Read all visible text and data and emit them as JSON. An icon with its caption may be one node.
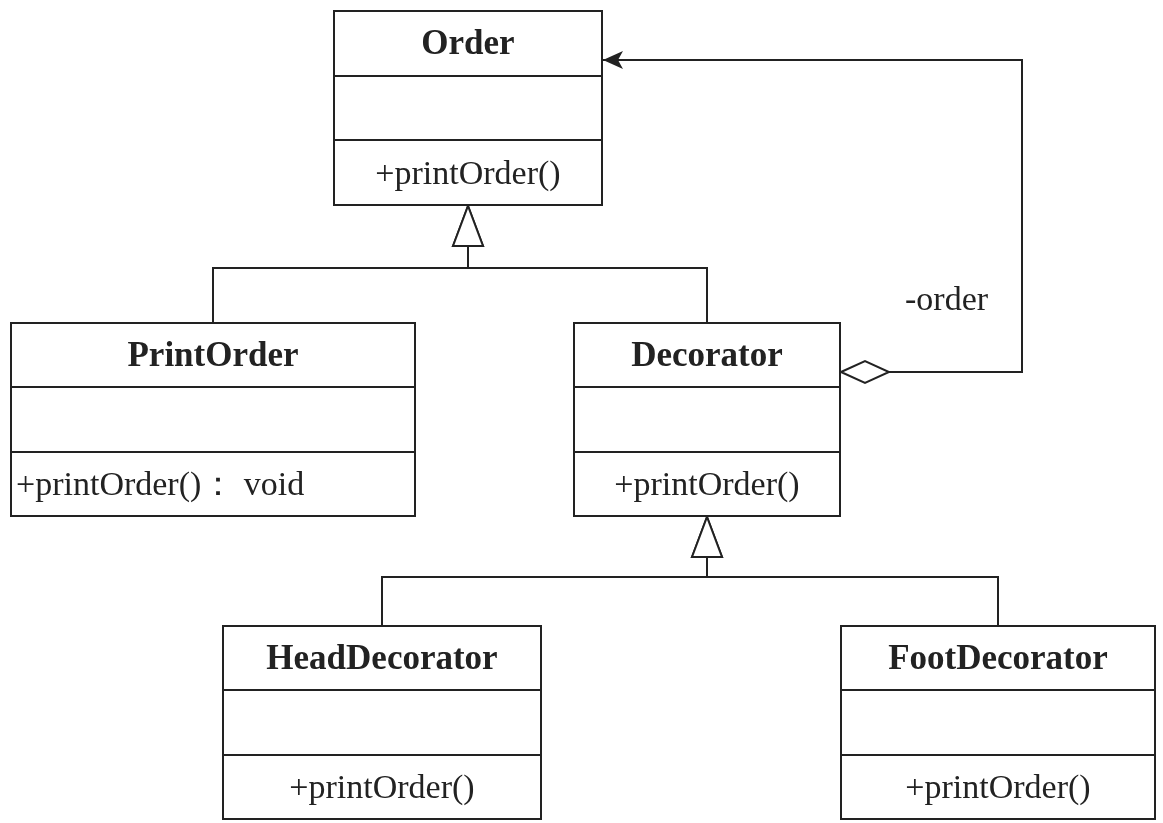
{
  "diagram": {
    "nodes": [
      {
        "text": [
          "Order",
          "+printOrder()"
        ]
      },
      {
        "text": [
          "PrintOrder",
          "+printOrder()： void"
        ]
      },
      {
        "text": [
          "Decorator",
          "+printOrder()"
        ]
      },
      {
        "text": [
          "HeadDecorator",
          "+printOrder()"
        ]
      },
      {
        "text": [
          "FootDecorator",
          "+printOrder()"
        ]
      }
    ],
    "edges": [
      {
        "from": 1,
        "to": 0,
        "arrow": "to"
      },
      {
        "from": 2,
        "to": 0,
        "arrow": "to"
      },
      {
        "from": 3,
        "to": 2,
        "arrow": "to"
      },
      {
        "from": 4,
        "to": 2,
        "arrow": "to"
      },
      {
        "from": 2,
        "to": 0,
        "arrow": "to",
        "label": "-order"
      }
    ]
  }
}
